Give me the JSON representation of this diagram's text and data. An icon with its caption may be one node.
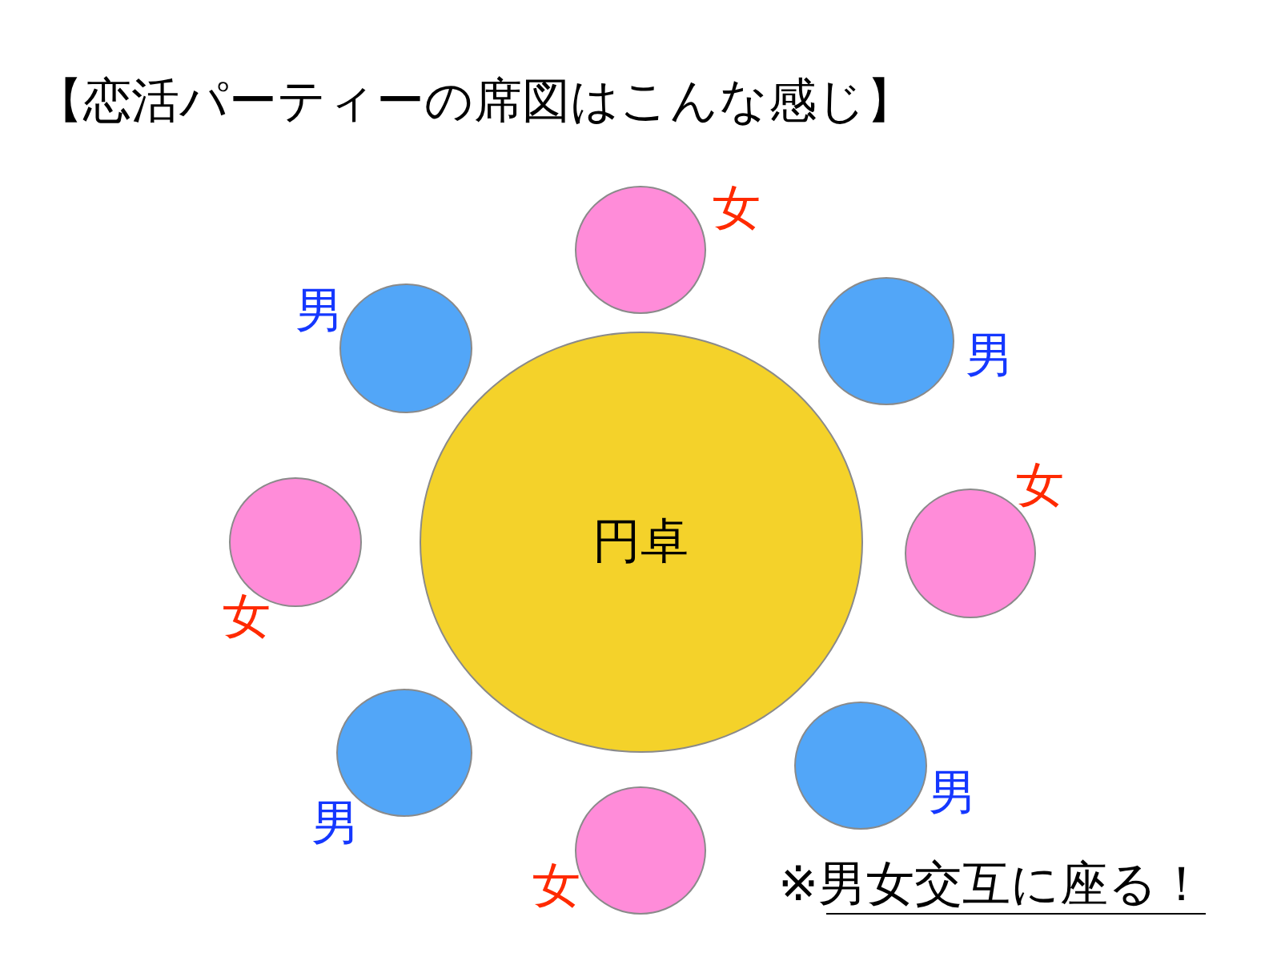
{
  "diagram": {
    "title": "【恋活パーティーの席図はこんな感じ】",
    "nodes": [
      {
        "text": [
          "円卓"
        ]
      },
      {
        "text": [],
        "shape": "circle",
        "beside": [
          "女"
        ]
      },
      {
        "text": [],
        "shape": "circle",
        "beside": [
          "男"
        ]
      },
      {
        "text": [],
        "shape": "circle",
        "beside": [
          "女"
        ]
      },
      {
        "text": [],
        "shape": "circle",
        "beside": [
          "男"
        ]
      },
      {
        "text": [],
        "shape": "circle",
        "beside": [
          "女"
        ]
      },
      {
        "text": [],
        "shape": "circle",
        "beside": [
          "男"
        ]
      },
      {
        "text": [],
        "shape": "circle",
        "beside": [
          "女"
        ]
      },
      {
        "text": [],
        "shape": "circle",
        "beside": [
          "男"
        ]
      }
    ],
    "labels": [
      "※男女交互に座る！"
    ]
  }
}
